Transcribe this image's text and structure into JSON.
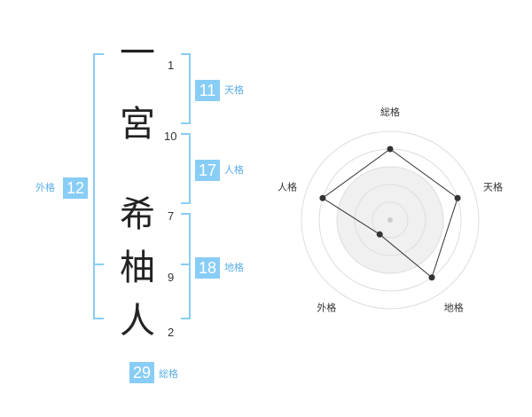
{
  "name": {
    "characters": [
      {
        "char": "一",
        "strokes": "1"
      },
      {
        "char": "宮",
        "strokes": "10"
      },
      {
        "char": "希",
        "strokes": "7"
      },
      {
        "char": "柚",
        "strokes": "9"
      },
      {
        "char": "人",
        "strokes": "2"
      }
    ]
  },
  "fortunes": {
    "tenkaku": {
      "label": "天格",
      "value": "11"
    },
    "jinkaku": {
      "label": "人格",
      "value": "17"
    },
    "chikaku": {
      "label": "地格",
      "value": "18"
    },
    "gaikaku": {
      "label": "外格",
      "value": "12"
    },
    "soukaku": {
      "label": "総格",
      "value": "29"
    }
  },
  "colors": {
    "accent": "#88cdf6",
    "accent_text": "#5aaee8"
  },
  "chart_data": {
    "type": "radar",
    "axes": [
      "総格",
      "天格",
      "地格",
      "外格",
      "人格"
    ],
    "values": [
      4,
      4,
      4,
      1,
      4
    ],
    "range": [
      0,
      5
    ],
    "rings": 5
  }
}
